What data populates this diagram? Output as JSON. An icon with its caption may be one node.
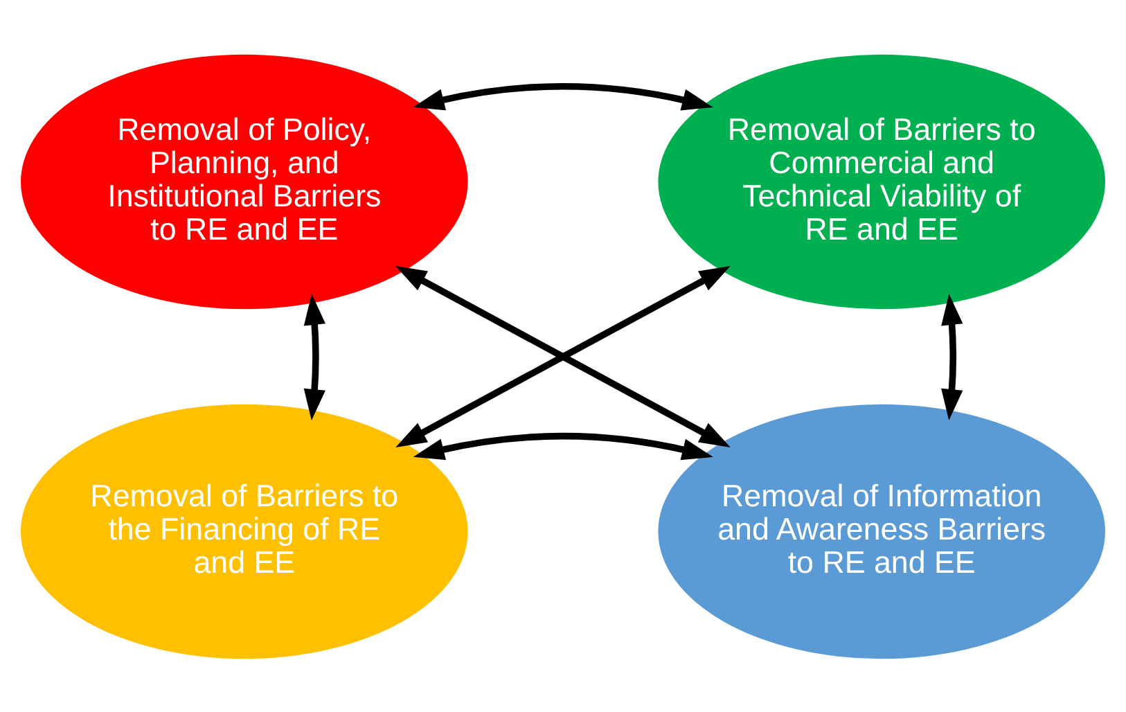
{
  "diagram": {
    "nodes": [
      {
        "text": [
          "Removal of Policy, Planning, and Institutional Barriers to RE and EE"
        ]
      },
      {
        "text": [
          "Removal of Barriers to Commercial and Technical Viability of RE and EE"
        ]
      },
      {
        "text": [
          "Removal of Barriers to the Financing of RE and EE"
        ]
      },
      {
        "text": [
          "Removal of Information and Awareness Barriers to RE and EE"
        ]
      }
    ],
    "edges": [
      {
        "from": 0,
        "to": 1,
        "arrow": "both"
      },
      {
        "from": 0,
        "to": 2,
        "arrow": "both"
      },
      {
        "from": 1,
        "to": 3,
        "arrow": "both"
      },
      {
        "from": 0,
        "to": 3,
        "arrow": "both"
      },
      {
        "from": 1,
        "to": 2,
        "arrow": "both"
      },
      {
        "from": 2,
        "to": 3,
        "arrow": "both"
      }
    ]
  }
}
